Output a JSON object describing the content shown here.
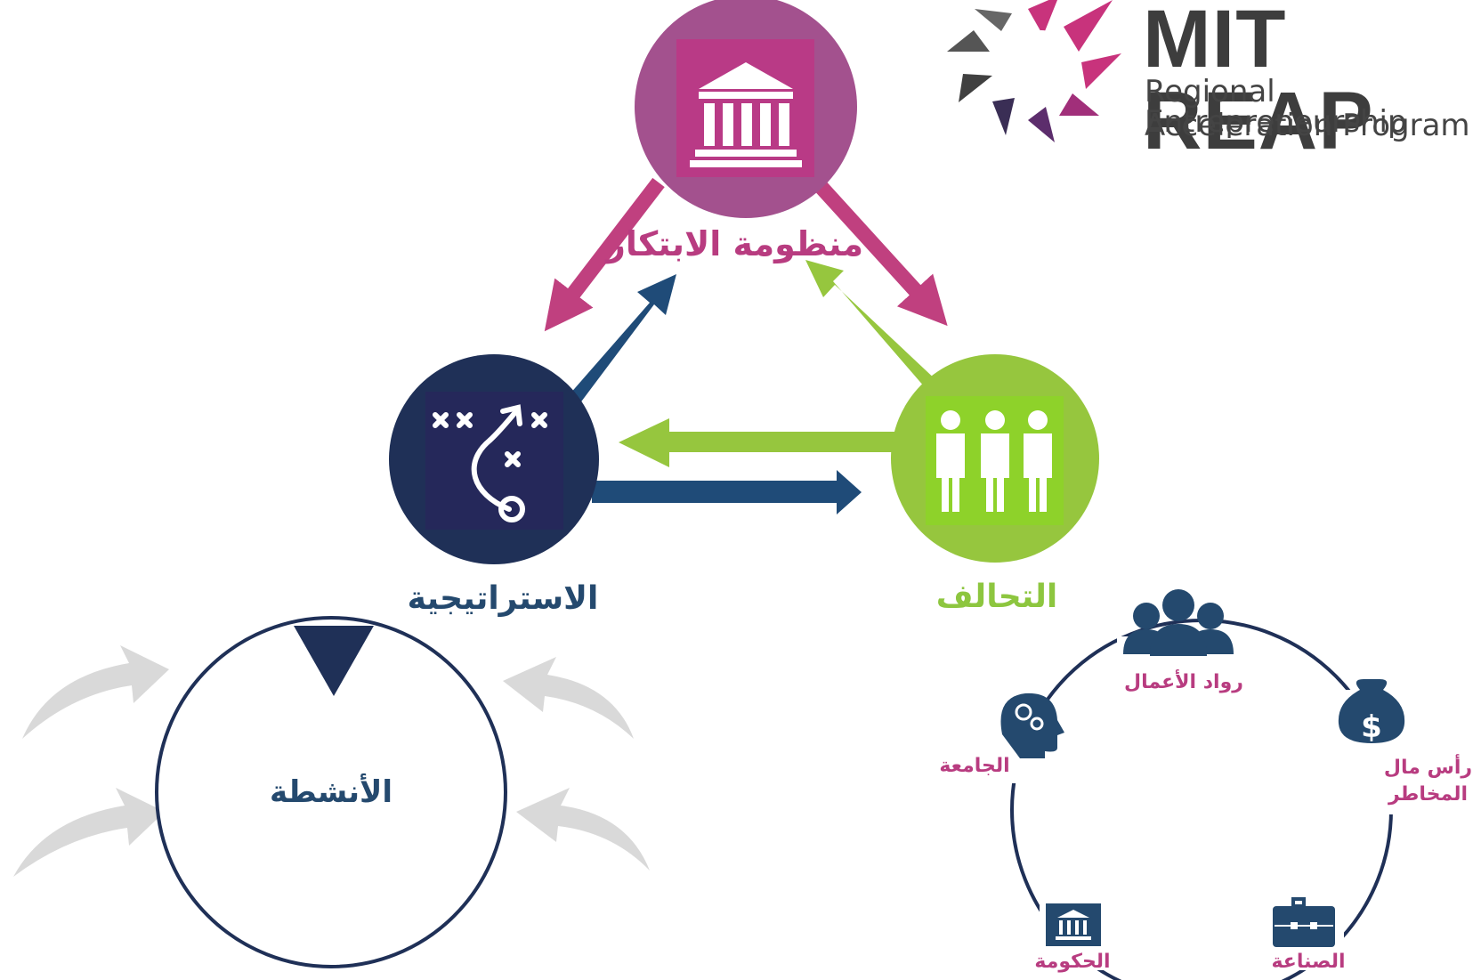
{
  "logo": {
    "title": "MIT REAP",
    "subtitle_line1": "Regional Entrepreneurship",
    "subtitle_line2": "Acceleration Program"
  },
  "triangle": {
    "top_label": "منظومة الابتكار",
    "left_label": "الاستراتيجية",
    "right_label": "التحالف"
  },
  "activities": {
    "label": "الأنشطة"
  },
  "stakeholders": {
    "entrepreneurs": "رواد الأعمال",
    "university": "الجامعة",
    "risk_capital_line1": "رأس مال",
    "risk_capital_line2": "المخاطر",
    "government": "الحكومة",
    "corporate": "الصناعة"
  },
  "colors": {
    "magenta": "#a3518e",
    "magenta_icon": "#b93a86",
    "arrow_magenta": "#c0407f",
    "navy": "#1f3057",
    "navy_arrow": "#1f4b78",
    "green": "#96c63e",
    "green_icon": "#8ed22a",
    "grey_arrow": "#d9d9d9",
    "label_pink": "#b83c80",
    "label_navy": "#24496e",
    "label_green": "#8dc63f"
  }
}
